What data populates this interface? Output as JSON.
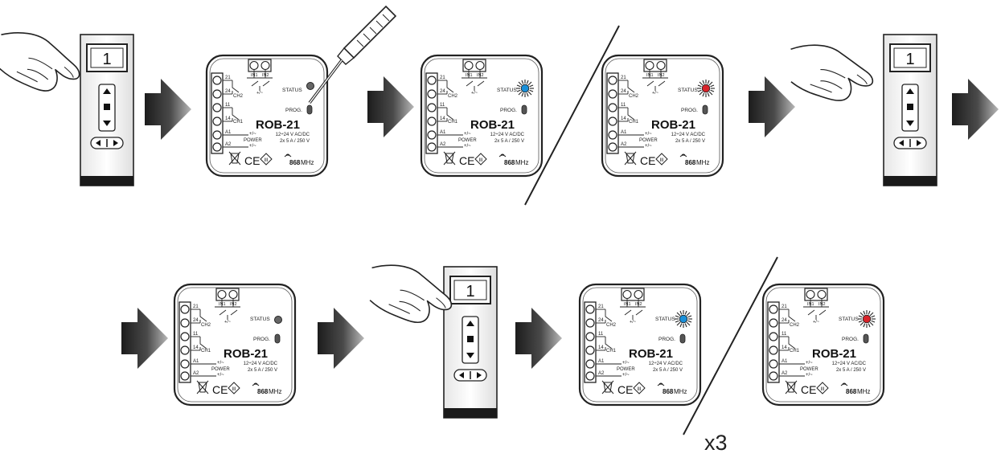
{
  "module": {
    "model": "ROB-21",
    "voltage": "12÷24 V AC/DC",
    "relay": "2x 5 A / 250 V",
    "frequency": "868",
    "freq_unit": "MHz",
    "status_label": "STATUS",
    "prog_label": "PROG.",
    "power_label": "POWER",
    "in1": "IN1",
    "in2": "IN2",
    "ch1": "CH1",
    "ch2": "CH2",
    "t21": "21",
    "t24": "24",
    "t11": "11",
    "t14": "14",
    "a1": "A1",
    "a2": "A2",
    "pm": "+/~",
    "class_mark": "III",
    "ce": "CE"
  },
  "remote": {
    "channel": "1"
  },
  "repeat_label": "x3",
  "colors": {
    "status_blue": "#1a8fd8",
    "status_red": "#d8232a",
    "status_off": "#555555",
    "arrow": "#2b2b2b"
  }
}
